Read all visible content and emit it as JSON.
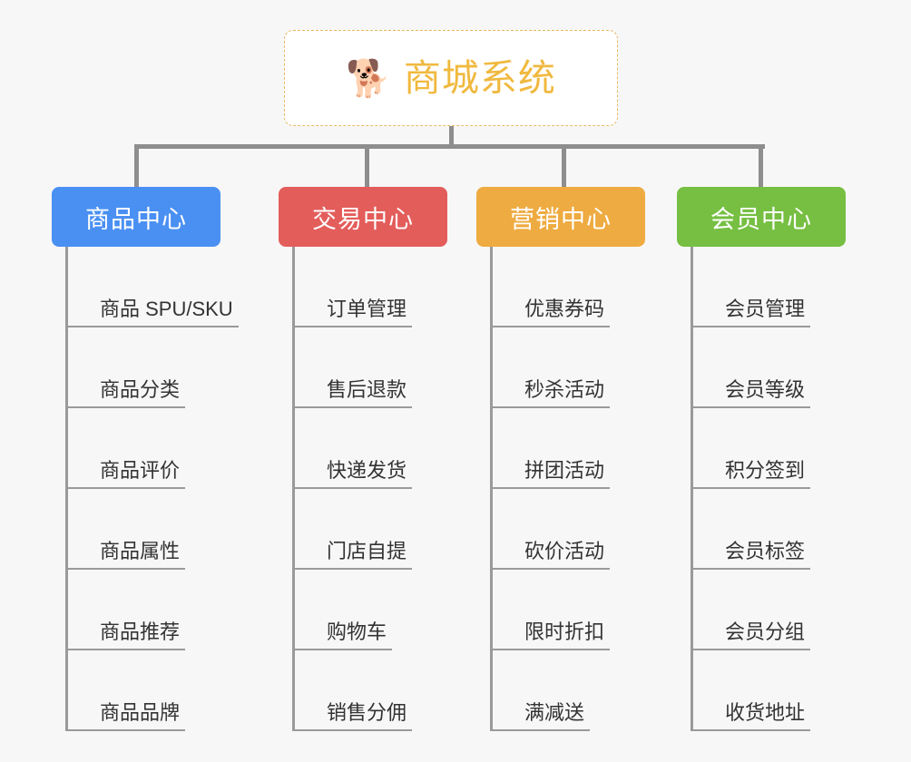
{
  "page": {
    "background_color": "#f7f7f7",
    "type": "mind-map"
  },
  "root": {
    "icon": "shiba-dog-face-emoji",
    "icon_glyph": "🐕",
    "title": "商城系统",
    "text_color": "#f0b93f",
    "border_color": "#e8b964",
    "background_color": "#ffffff"
  },
  "connector": {
    "color": "#8e8e8e"
  },
  "branches": [
    {
      "id": "product-center",
      "label": "商品中心",
      "color": "#4a90f2",
      "items": [
        "商品 SPU/SKU",
        "商品分类",
        "商品评价",
        "商品属性",
        "商品推荐",
        "商品品牌"
      ]
    },
    {
      "id": "trade-center",
      "label": "交易中心",
      "color": "#e35d5b",
      "items": [
        "订单管理",
        "售后退款",
        "快递发货",
        "门店自提",
        "购物车",
        "销售分佣"
      ]
    },
    {
      "id": "marketing-center",
      "label": "营销中心",
      "color": "#eeab41",
      "items": [
        "优惠券码",
        "秒杀活动",
        "拼团活动",
        "砍价活动",
        "限时折扣",
        "满减送"
      ]
    },
    {
      "id": "member-center",
      "label": "会员中心",
      "color": "#76bf42",
      "items": [
        "会员管理",
        "会员等级",
        "积分签到",
        "会员标签",
        "会员分组",
        "收货地址"
      ]
    }
  ]
}
